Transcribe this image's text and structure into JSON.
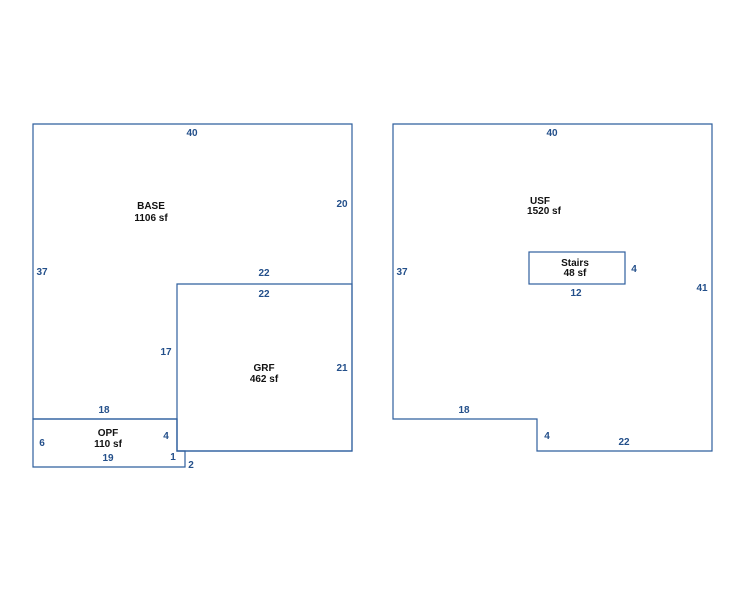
{
  "areas": {
    "base": {
      "name": "BASE",
      "area": "1106 sf"
    },
    "grf": {
      "name": "GRF",
      "area": "462 sf"
    },
    "opf": {
      "name": "OPF",
      "area": "110 sf"
    },
    "usf": {
      "name": "USF",
      "area": "1520 sf"
    },
    "stairs": {
      "name": "Stairs",
      "area": "48 sf"
    }
  },
  "dimensions": {
    "base_top": "40",
    "base_right": "20",
    "base_left": "37",
    "base_inner_top": "22",
    "grf_top": "22",
    "grf_left": "17",
    "grf_right": "21",
    "base_bottom": "18",
    "opf_left": "6",
    "opf_right": "4",
    "opf_bottom": "19",
    "opf_step": "1",
    "opf_step_right": "2",
    "usf_top": "40",
    "usf_left": "37",
    "usf_right": "41",
    "usf_bottom_left": "18",
    "usf_notch": "4",
    "usf_bottom_right": "22",
    "stairs_right": "4",
    "stairs_bottom": "12"
  },
  "colors": {
    "line": "#2f5f9e",
    "dimension": "#234f8a"
  }
}
